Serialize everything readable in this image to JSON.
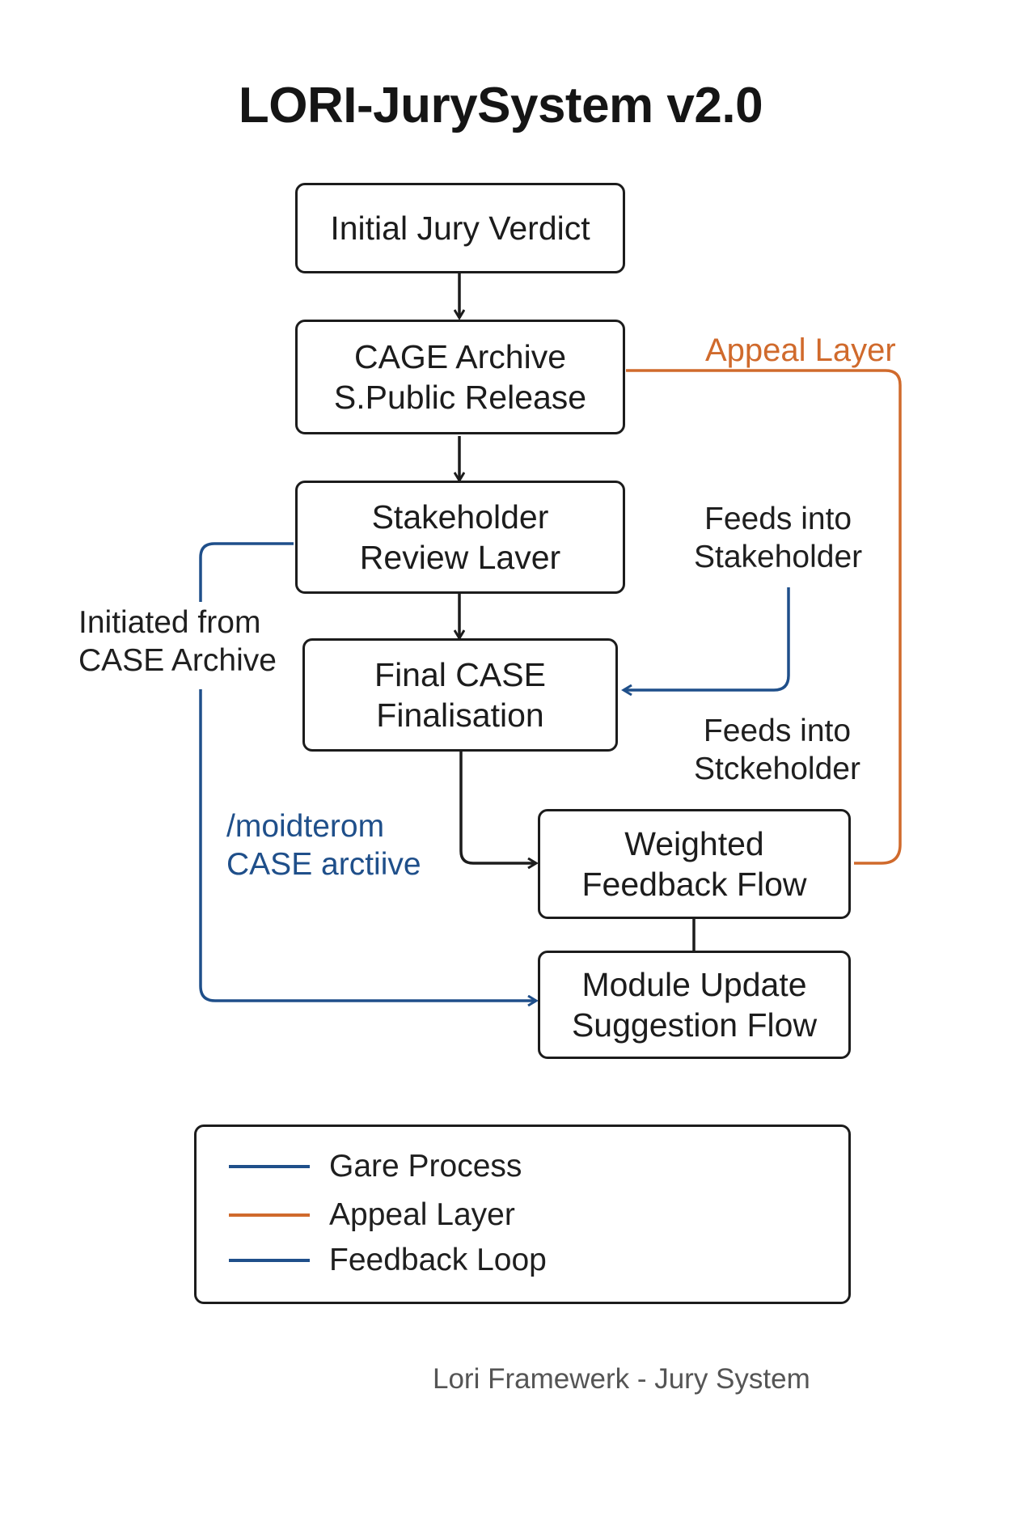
{
  "title": "LORI-JurySystem v2.0",
  "colors": {
    "core": "#1f4f8a",
    "appeal": "#d06a2c",
    "box_border": "#1c1c1c"
  },
  "nodes": {
    "initial_verdict": "Initial Jury Verdict",
    "case_archive": {
      "line1": "CAGE Archive",
      "line2": "S.Public Release"
    },
    "stakeholder_review": {
      "line1": "Stakeholder",
      "line2": "Review Laver"
    },
    "final_case": {
      "line1": "Final CASE",
      "line2": "Finalisation"
    },
    "weighted_feedback": {
      "line1": "Weighted",
      "line2": "Feedback Flow"
    },
    "module_update": {
      "line1": "Module Update",
      "line2": "Suggestion Flow"
    }
  },
  "annotations": {
    "appeal_layer": "Appeal Layer",
    "feeds_into_1": {
      "line1": "Feeds into",
      "line2": "Stakeholder"
    },
    "feeds_into_2": {
      "line1": "Feeds into",
      "line2": "Stckeholder"
    },
    "initiated_from": {
      "line1": "Initiated from",
      "line2": "CASE Archive"
    },
    "moidterom": {
      "line1": "/moidterom",
      "line2": "CASE arctiive"
    }
  },
  "legend": {
    "items": [
      {
        "label": "Gare Process",
        "color": "#1f4f8a"
      },
      {
        "label": "Appeal Layer",
        "color": "#d06a2c"
      },
      {
        "label": "Feedback Loop",
        "color": "#1f4f8a"
      }
    ]
  },
  "footer": "Lori Framewerk - Jury System"
}
